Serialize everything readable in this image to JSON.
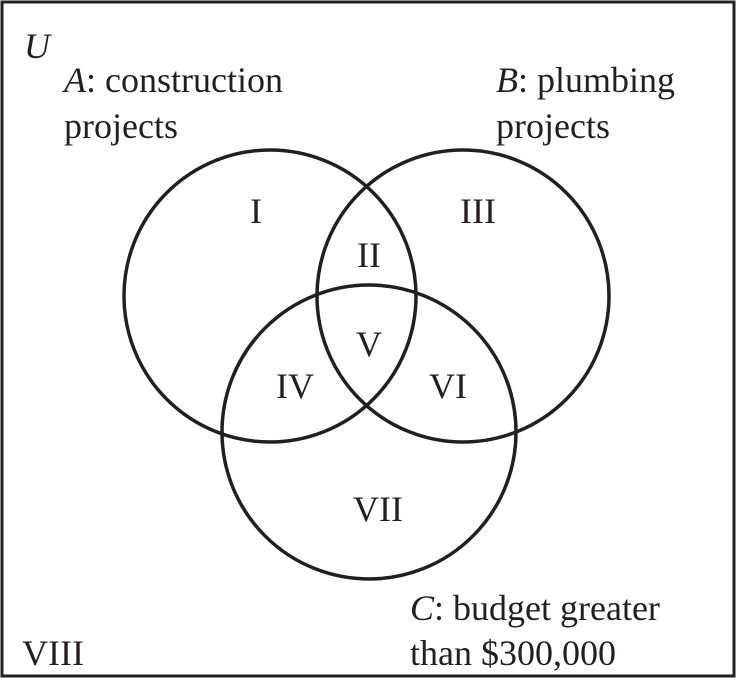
{
  "universe_label": "U",
  "sets": {
    "a": {
      "letter": "A",
      "line1": ": construction",
      "line2": "projects"
    },
    "b": {
      "letter": "B",
      "line1": ": plumbing",
      "line2": "projects"
    },
    "c": {
      "letter": "C",
      "line1": ": budget greater",
      "line2": "than $300,000"
    }
  },
  "regions": {
    "r1": "I",
    "r2": "II",
    "r3": "III",
    "r4": "IV",
    "r5": "V",
    "r6": "VI",
    "r7": "VII",
    "r8": "VIII"
  }
}
